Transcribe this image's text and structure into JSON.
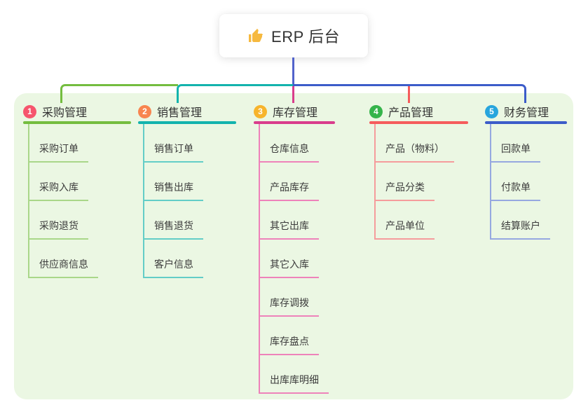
{
  "root": {
    "title": "ERP 后台",
    "icon": "thumbs-up-icon",
    "icon_color": "#f6b93f"
  },
  "colors": {
    "panel_bg": "#ebf7e3",
    "root_connector": "#5263cb",
    "text_dark": "#333333",
    "text_child": "#3c3c3c"
  },
  "branches": [
    {
      "badge": "1",
      "label": "采购管理",
      "badge_color": "#f6556d",
      "line_color": "#74bd3f",
      "child_line_color": "#a9d789",
      "children": [
        "采购订单",
        "采购入库",
        "采购退货",
        "供应商信息"
      ]
    },
    {
      "badge": "2",
      "label": "销售管理",
      "badge_color": "#f8854f",
      "line_color": "#13b3ad",
      "child_line_color": "#63cdc7",
      "children": [
        "销售订单",
        "销售出库",
        "销售退货",
        "客户信息"
      ]
    },
    {
      "badge": "3",
      "label": "库存管理",
      "badge_color": "#f7b42c",
      "line_color": "#d93d8c",
      "child_line_color": "#ee82ba",
      "children": [
        "仓库信息",
        "产品库存",
        "其它出库",
        "其它入库",
        "库存调拨",
        "库存盘点",
        "出库库明细"
      ]
    },
    {
      "badge": "4",
      "label": "产品管理",
      "badge_color": "#35b44a",
      "line_color": "#f55c5c",
      "child_line_color": "#f59c9c",
      "children": [
        "产品（物料）",
        "产品分类",
        "产品单位"
      ]
    },
    {
      "badge": "5",
      "label": "财务管理",
      "badge_color": "#27a5dd",
      "line_color": "#3c5cc9",
      "child_line_color": "#96a8e0",
      "children": [
        "回款单",
        "付款单",
        "结算账户"
      ]
    }
  ]
}
